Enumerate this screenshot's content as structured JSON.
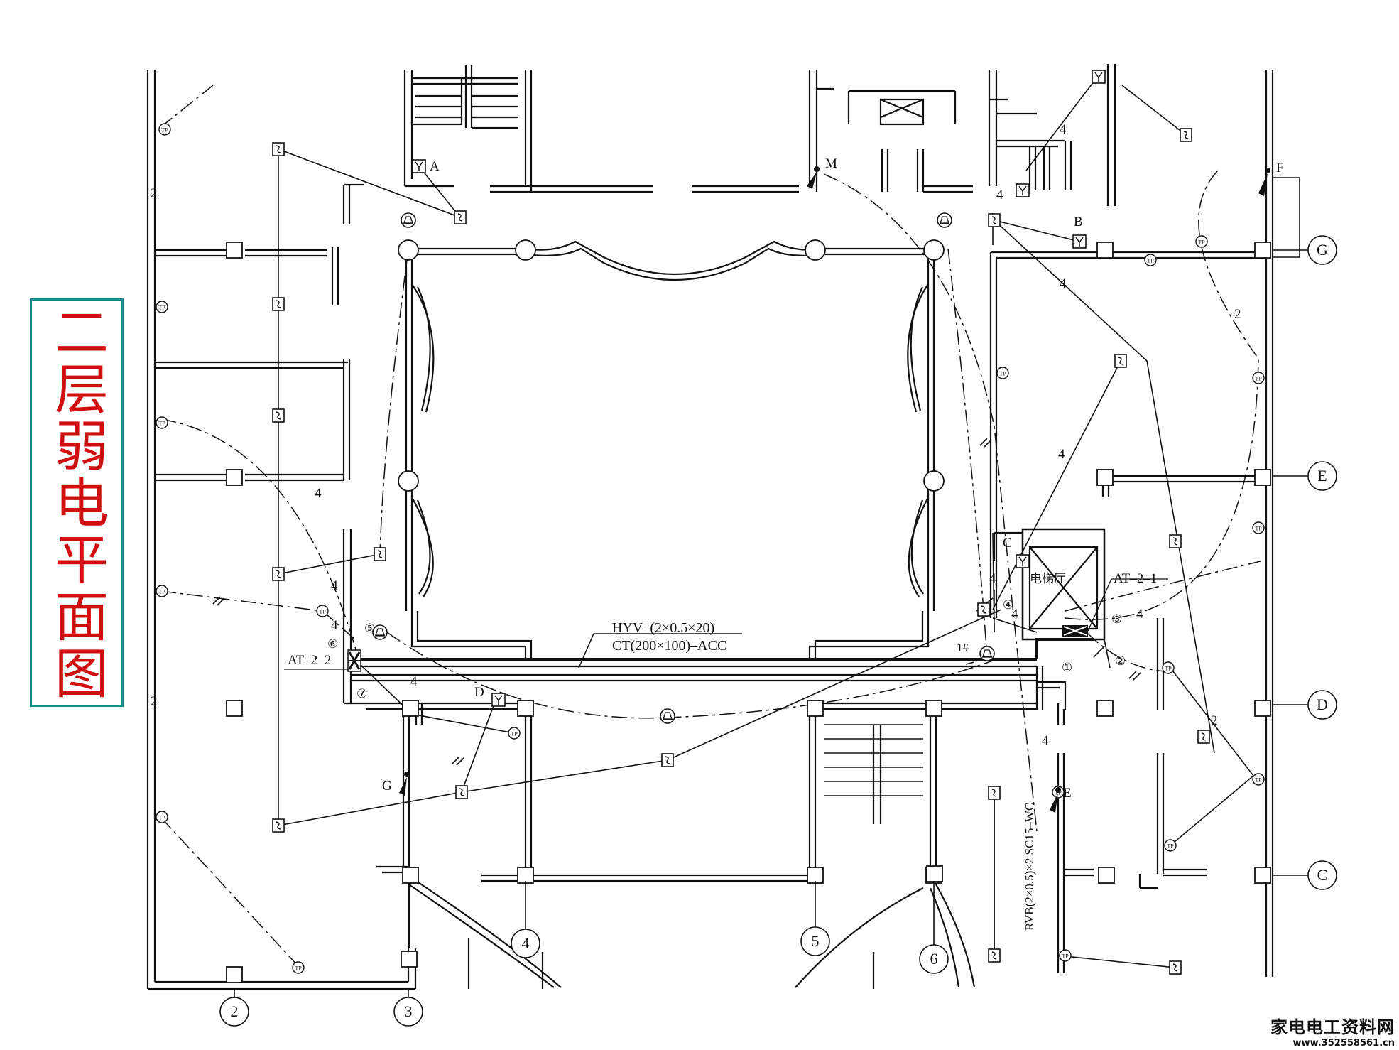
{
  "title": "二层弱电平面图",
  "watermark": {
    "name": "家电电工资料网",
    "url": "www.352558561.cn"
  },
  "labels": {
    "cable_main_top": "HYV–(2×0.5×20)",
    "cable_main_bottom": "CT(200×100)–ACC",
    "cable_vertical": "RVB(2×0.5)×2 SC15–WC",
    "box_at22": "AT–2–2",
    "box_at21": "AT–2–1",
    "elevator_hall": "电梯厅",
    "riser": "1#",
    "pt_A": "A",
    "pt_B": "B",
    "pt_C": "C",
    "pt_D": "D",
    "pt_E": "E",
    "pt_F": "F",
    "pt_G": "G",
    "pt_M": "M",
    "n1": "①",
    "n2": "②",
    "n3": "③",
    "n4": "④",
    "n5": "⑤",
    "n6": "⑥",
    "n7": "⑦",
    "count_4": "4",
    "count_2": "2"
  },
  "axes": {
    "bottom": [
      "2",
      "3",
      "4",
      "5",
      "6"
    ],
    "right": [
      "G",
      "E",
      "D",
      "C"
    ]
  },
  "colors": {
    "title": "#d01010",
    "title_border": "#1a8a8a",
    "line": "#111111"
  }
}
